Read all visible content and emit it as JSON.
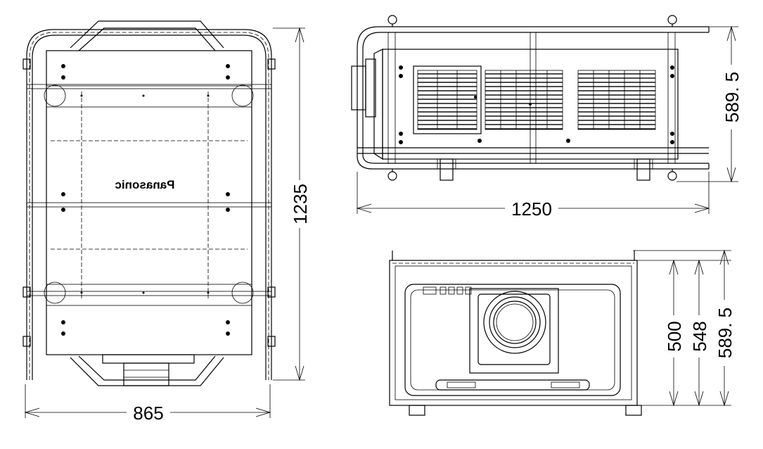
{
  "top_view": {
    "width_dim": "865",
    "depth_dim": "1235",
    "logo_text": "Panasonic"
  },
  "side_view": {
    "length_dim": "1250",
    "height_dim": "589. 5"
  },
  "front_view": {
    "dim_a": "500",
    "dim_b": "548",
    "dim_c": "589. 5"
  }
}
